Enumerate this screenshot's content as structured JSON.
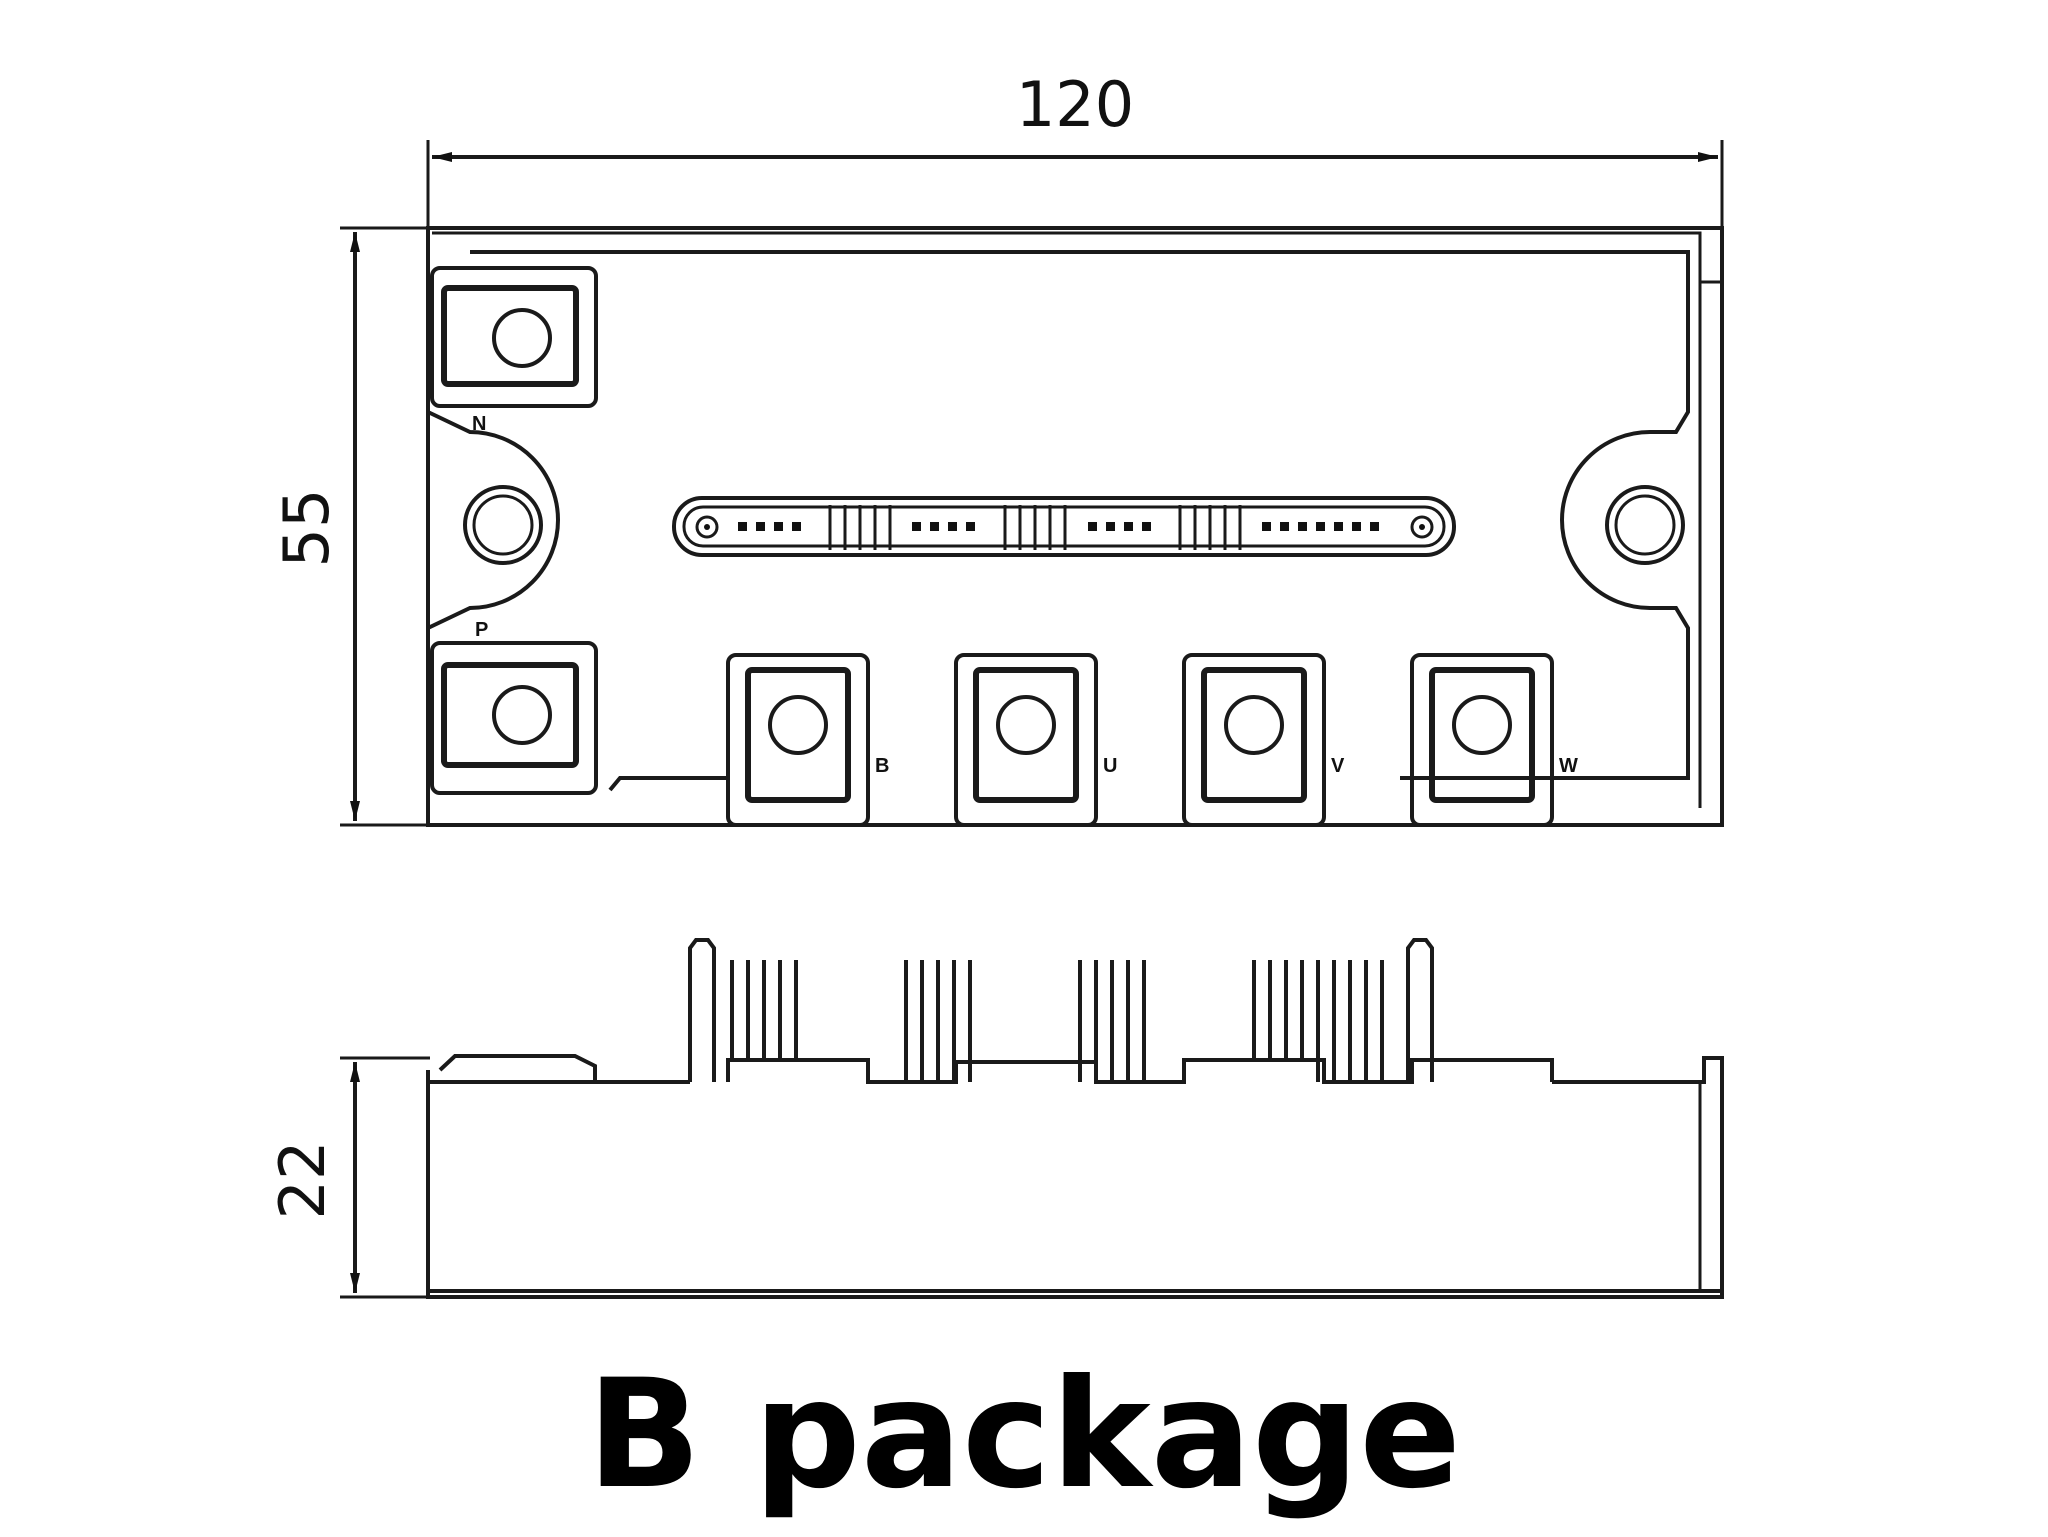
{
  "dimensions": {
    "width": "120",
    "height": "55",
    "depth": "22"
  },
  "terminals": {
    "n": "N",
    "p": "P",
    "b": "B",
    "u": "U",
    "v": "V",
    "w": "W"
  },
  "title": "B package"
}
